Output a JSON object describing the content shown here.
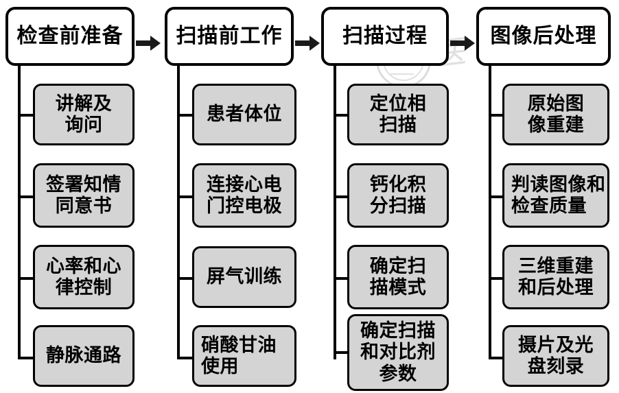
{
  "diagram": {
    "title_sequence": [
      "检查前准备",
      "扫描前工作",
      "扫描过程",
      "图像后处理"
    ],
    "arrow_glyph": "→",
    "colors": {
      "step_fill": "#d4d4d4",
      "stroke": "#000000",
      "background": "#ffffff",
      "arrow": "#1a1a1a"
    },
    "watermark": {
      "seal": "circular-seal",
      "text": "医学影像"
    },
    "columns": [
      {
        "header": "检查前准备",
        "steps": [
          {
            "lines": [
              "讲解及",
              "询问"
            ]
          },
          {
            "lines": [
              "签署知情",
              "同意书"
            ]
          },
          {
            "lines": [
              "心率和心",
              "律控制"
            ]
          },
          {
            "lines": [
              "静脉通路"
            ]
          }
        ]
      },
      {
        "header": "扫描前工作",
        "steps": [
          {
            "lines": [
              "患者体位"
            ]
          },
          {
            "lines": [
              "连接心电",
              "门控电极"
            ]
          },
          {
            "lines": [
              "屏气训练"
            ]
          },
          {
            "lines": [
              "硝酸甘油",
              "使用"
            ]
          }
        ]
      },
      {
        "header": "扫描过程",
        "steps": [
          {
            "lines": [
              "定位相",
              "扫描"
            ]
          },
          {
            "lines": [
              "钙化积",
              "分扫描"
            ]
          },
          {
            "lines": [
              "确定扫",
              "描模式"
            ]
          },
          {
            "lines": [
              "确定扫描",
              "和对比剂",
              "参数"
            ]
          }
        ]
      },
      {
        "header": "图像后处理",
        "steps": [
          {
            "lines": [
              "原始图",
              "像重建"
            ]
          },
          {
            "lines": [
              "判读图像和",
              "检查质量"
            ]
          },
          {
            "lines": [
              "三维重建",
              "和后处理"
            ]
          },
          {
            "lines": [
              "摄片及光",
              "盘刻录"
            ]
          }
        ]
      }
    ]
  }
}
